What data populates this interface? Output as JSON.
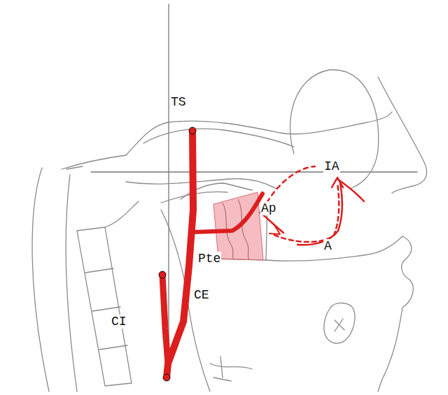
{
  "diagram": {
    "labels": [
      "TS",
      "IA",
      "Ap",
      "A",
      "Pte",
      "CE",
      "CI"
    ]
  }
}
